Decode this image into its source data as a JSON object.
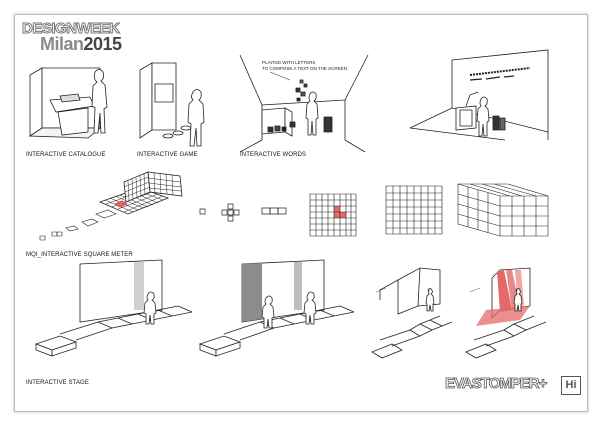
{
  "header": {
    "event": "DESIGNWEEK",
    "city": "Milan",
    "year": "2015"
  },
  "captions": {
    "catalogue": "INTERACTIVE CATALOGUE",
    "game": "INTERACTIVE GAME",
    "words": "INTERACTIVE WORDS",
    "square_meter": "MQI_INTERACTIVE SQUARE METER",
    "stage": "INTERACTIVE STAGE"
  },
  "annotation": {
    "line1": "PLAYING WITH LETTERS",
    "line2": "TO COMPOSE A TEXT ON THE SCREEN"
  },
  "logo": {
    "wordmark": "EVASTOMPER",
    "plus": "+",
    "badge": "Hi"
  },
  "colors": {
    "accent_red": "#e46a6a",
    "grey_wall": "#8c8c8c",
    "line": "#222222"
  }
}
